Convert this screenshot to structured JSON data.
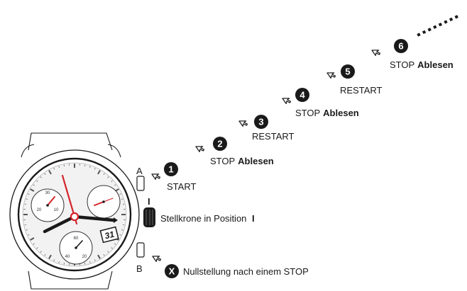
{
  "colors": {
    "ink": "#1a1a1a",
    "dial": "#f2f2f2",
    "hand_red": "#d4232a",
    "badge": "#1a1a1a"
  },
  "watch": {
    "button_a": "A",
    "button_b": "B",
    "crown_mark": "I",
    "date": "31",
    "subdial_left_numbers": [
      "30",
      "20",
      "10"
    ],
    "subdial_bottom_numbers": [
      "60",
      "40",
      "20"
    ]
  },
  "steps": [
    {
      "num": "1",
      "text": "START",
      "bold": ""
    },
    {
      "num": "2",
      "text": "STOP",
      "bold": "Ablesen"
    },
    {
      "num": "3",
      "text": "RESTART",
      "bold": ""
    },
    {
      "num": "4",
      "text": "STOP",
      "bold": "Ablesen"
    },
    {
      "num": "5",
      "text": "RESTART",
      "bold": ""
    },
    {
      "num": "6",
      "text": "STOP",
      "bold": "Ablesen"
    }
  ],
  "crown_label": {
    "text": "Stellkrone in Position",
    "bold": "I"
  },
  "reset": {
    "badge": "X",
    "text": "Nullstellung nach einem STOP"
  },
  "icons": {
    "step_pointer": "press-arrow-icon",
    "continuation": "continuation-dots-icon"
  }
}
